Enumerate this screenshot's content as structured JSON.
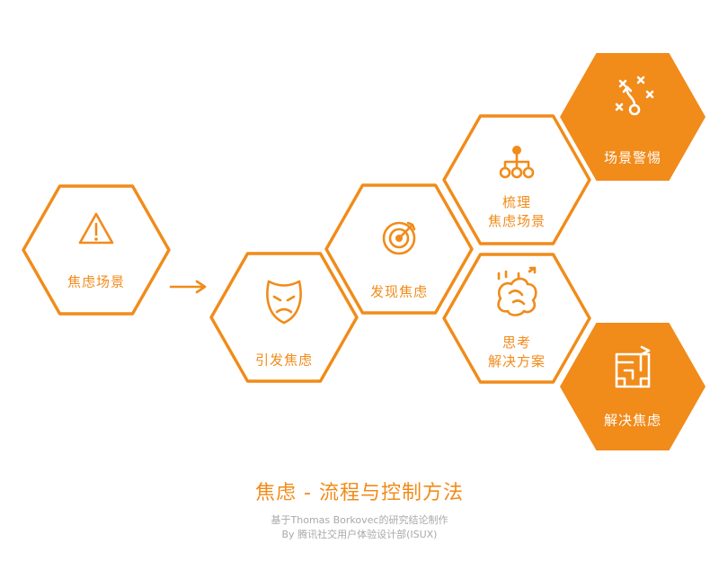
{
  "hexagons": [
    {
      "id": "scene-anxiety",
      "style": "outline",
      "icon": "warning-icon",
      "lines": [
        "焦虑场景"
      ]
    },
    {
      "id": "trigger-anxiety",
      "style": "outline",
      "icon": "tragedy-mask-icon",
      "lines": [
        "引发焦虑"
      ]
    },
    {
      "id": "detect-anxiety",
      "style": "outline",
      "icon": "target-icon",
      "lines": [
        "发现焦虑"
      ]
    },
    {
      "id": "sort-scenes",
      "style": "outline",
      "icon": "hierarchy-icon",
      "lines": [
        "梳理",
        "焦虑场景"
      ]
    },
    {
      "id": "think-solutions",
      "style": "outline",
      "icon": "brain-icon",
      "lines": [
        "思考",
        "解决方案"
      ]
    },
    {
      "id": "scene-alert",
      "style": "filled",
      "icon": "strategy-play-icon",
      "lines": [
        "场景警惕"
      ]
    },
    {
      "id": "solve-anxiety",
      "style": "filled",
      "icon": "maze-icon",
      "lines": [
        "解决焦虑"
      ]
    }
  ],
  "arrow": "arrow-right-icon",
  "title": "焦虑 - 流程与控制方法",
  "credit_line1": "基于Thomas Borkovec的研究结论制作",
  "credit_line2": "By 腾讯社交用户体验设计部(ISUX)",
  "colors": {
    "accent": "#f18b1a",
    "credit_text": "#a9a9a9",
    "background": "#ffffff"
  }
}
